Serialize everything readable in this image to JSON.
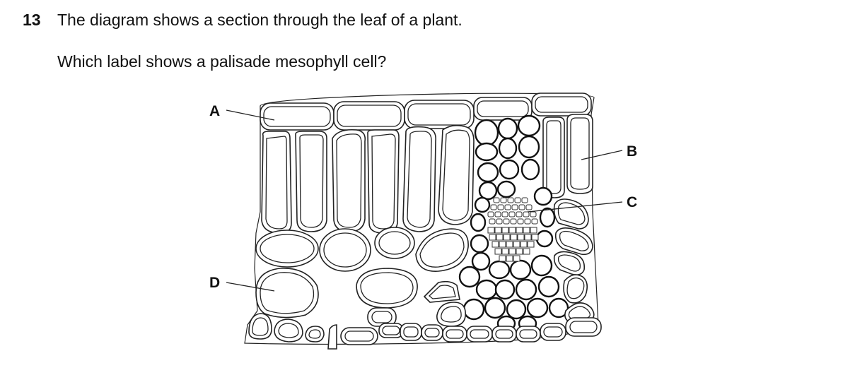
{
  "question": {
    "number": "13",
    "stem": "The diagram shows a section through the leaf of a plant.",
    "prompt": "Which label shows a palisade mesophyll cell?"
  },
  "diagram": {
    "labels": {
      "a": "A",
      "b": "B",
      "c": "C",
      "d": "D"
    }
  }
}
